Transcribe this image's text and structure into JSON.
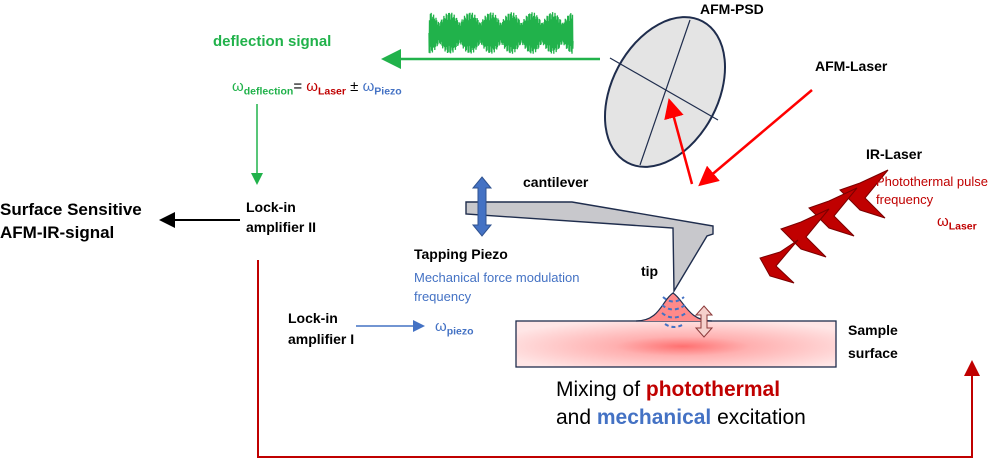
{
  "deflection": {
    "label": "deflection signal",
    "omega": "ω",
    "sub_deflection": "deflection",
    "equals": "=",
    "sub_laser": "Laser",
    "pm": "±",
    "sub_piezo": "Piezo"
  },
  "psd": {
    "label": "AFM-PSD"
  },
  "afm_laser": {
    "label": "AFM-Laser"
  },
  "ir_laser": {
    "label": "IR-Laser",
    "desc_line1": "Photothermal pulse",
    "desc_line2": "frequency",
    "omega": "ω",
    "sub": "Laser"
  },
  "lockin2": {
    "line1": "Lock-in",
    "line2": "amplifier II"
  },
  "output": {
    "line1": "Surface Sensitive",
    "line2": "AFM-IR-signal"
  },
  "cantilever": {
    "label": "cantilever",
    "tip": "tip"
  },
  "piezo": {
    "label": "Tapping Piezo",
    "desc_line1": "Mechanical force modulation",
    "desc_line2": "frequency"
  },
  "lockin1": {
    "line1": "Lock-in",
    "line2": "amplifier I",
    "omega": "ω",
    "sub": "piezo"
  },
  "sample": {
    "line1": "Sample",
    "line2": "surface"
  },
  "caption": {
    "part1": "Mixing of ",
    "photothermal": "photothermal",
    "part2": "and ",
    "mechanical": "mechanical",
    "part3": " excitation"
  },
  "colors": {
    "green": "#21b24b",
    "red": "#c00000",
    "blue": "#4472c4",
    "laser": "#ff0000"
  }
}
